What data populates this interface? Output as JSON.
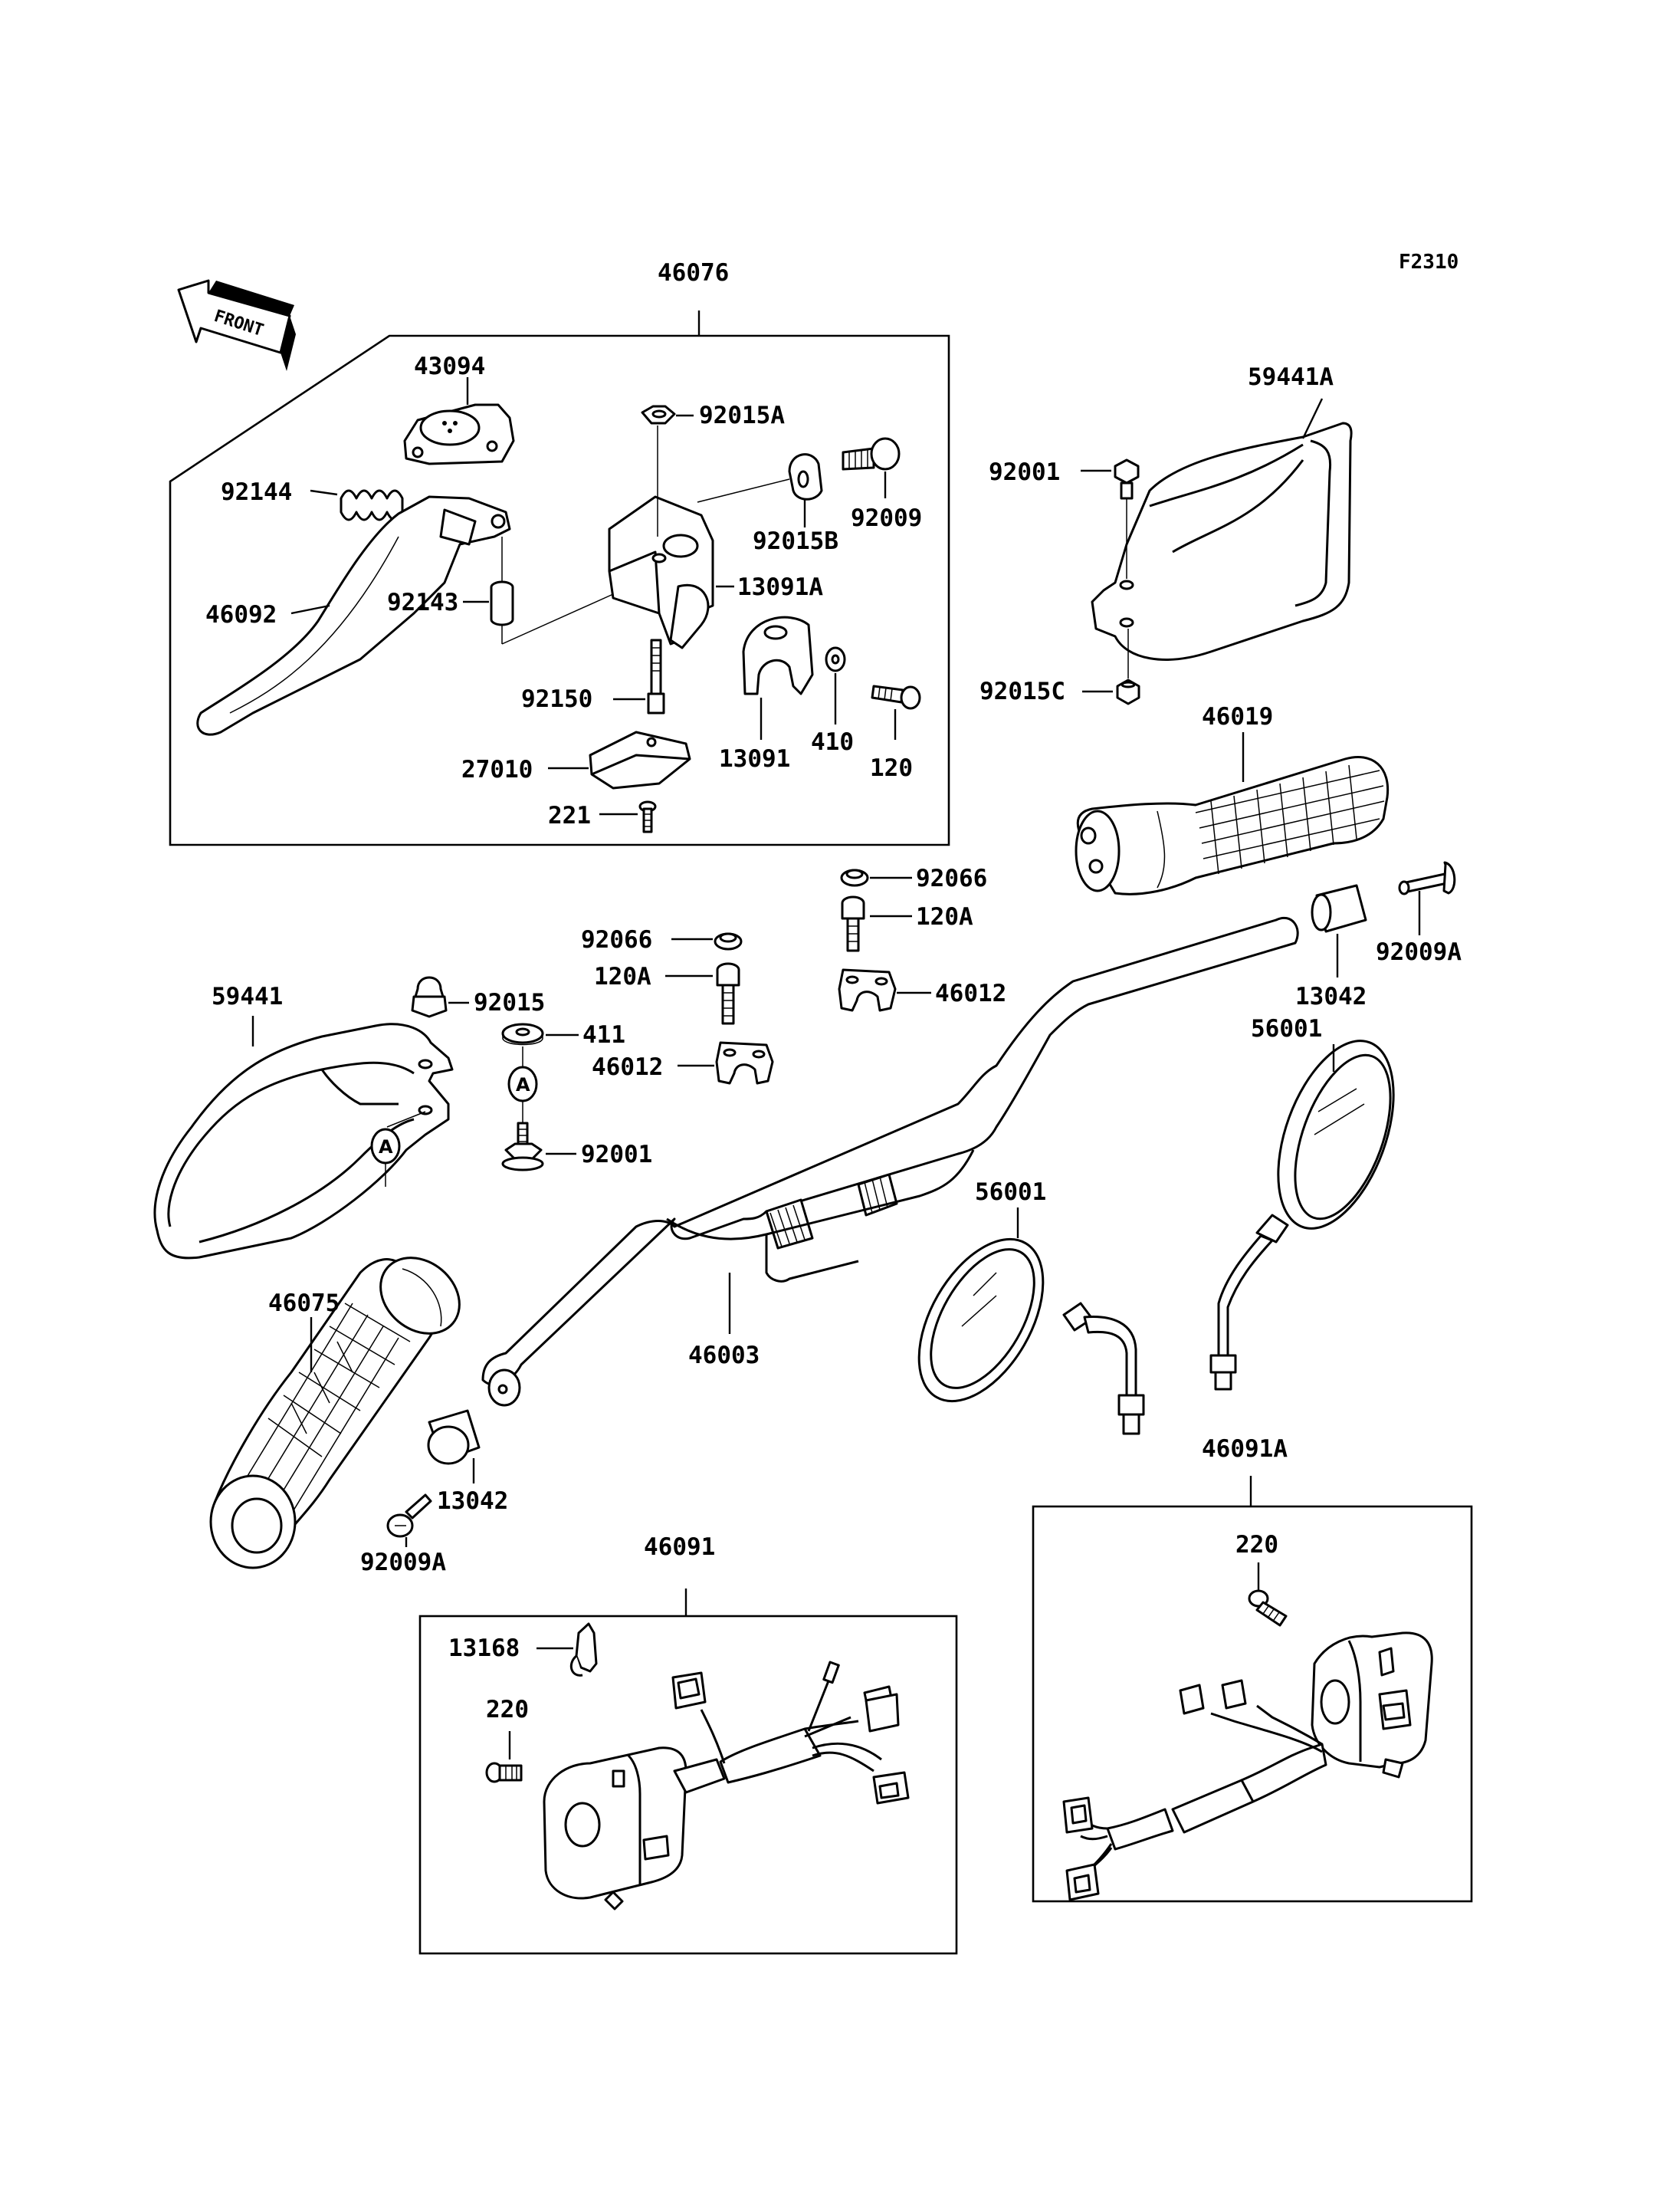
{
  "diagram": {
    "code": "F2310",
    "front_label": "FRONT",
    "ref_marker": "A",
    "labels": {
      "p46076": "46076",
      "p43094": "43094",
      "p92015A": "92015A",
      "p92009": "92009",
      "p92015B": "92015B",
      "p92144": "92144",
      "p92143": "92143",
      "p13091A": "13091A",
      "p46092": "46092",
      "p92150": "92150",
      "p13091": "13091",
      "p410": "410",
      "p120": "120",
      "p27010": "27010",
      "p221": "221",
      "p59441A": "59441A",
      "p92001_top": "92001",
      "p92015C": "92015C",
      "p46019": "46019",
      "p92066_right": "92066",
      "p120A_right": "120A",
      "p46012_right": "46012",
      "p92066_left": "92066",
      "p120A_left": "120A",
      "p46012_left": "46012",
      "p13042_right": "13042",
      "p92009A_right": "92009A",
      "p59441": "59441",
      "p92015": "92015",
      "p411": "411",
      "p92001_mid": "92001",
      "p56001_right": "56001",
      "p56001_left": "56001",
      "p46075": "46075",
      "p46003": "46003",
      "p13042_left": "13042",
      "p92009A_left": "92009A",
      "p46091A": "46091A",
      "p46091": "46091",
      "p220_right": "220",
      "p13168": "13168",
      "p220_left": "220"
    }
  }
}
